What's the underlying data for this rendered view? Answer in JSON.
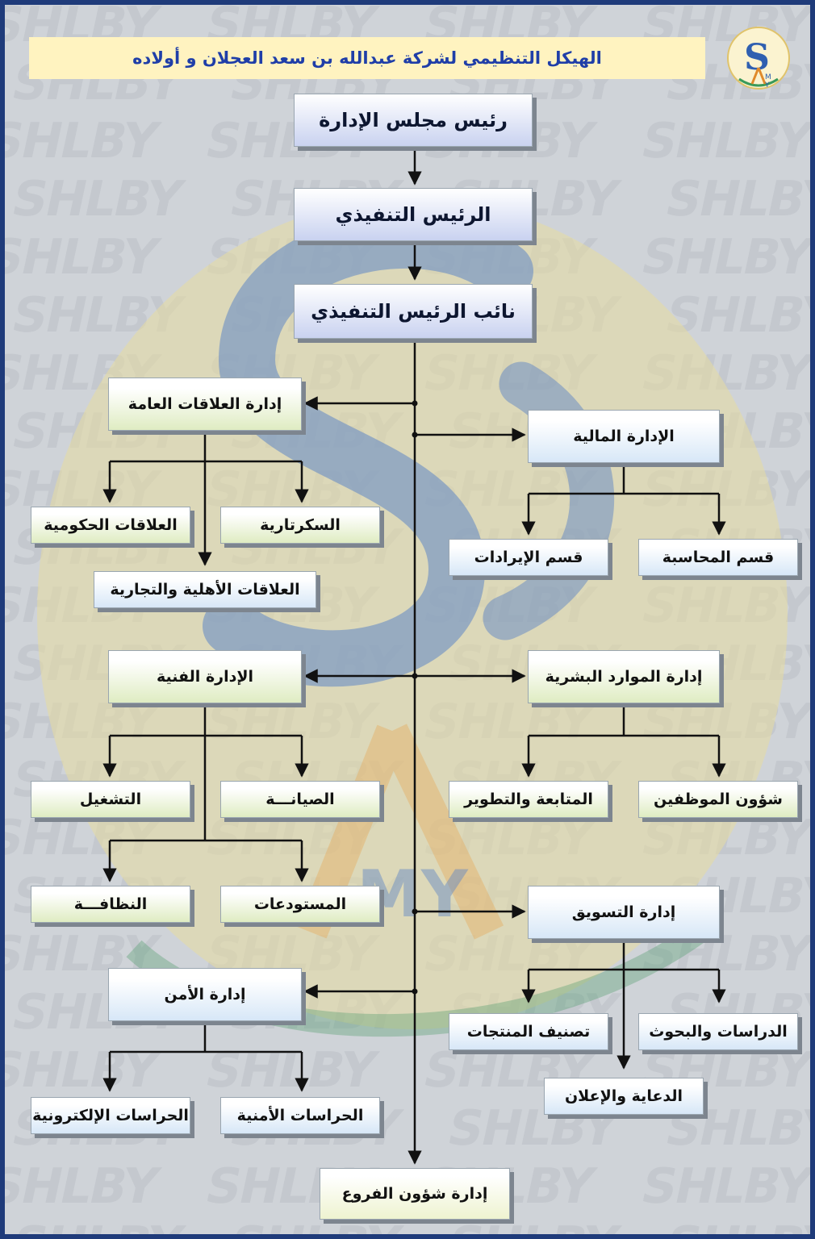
{
  "title": "الهيكل التنظيمي لشركة عبدالله بن سعد العجلان و أولاده",
  "logo": {
    "main": "S",
    "sub1": "M",
    "sub2": "Y"
  },
  "watermark": {
    "text": "SHLBY",
    "letters": "MY"
  },
  "chairman": "رئيس مجلس الإدارة",
  "ceo": "الرئيس التنفيذي",
  "deputy_ceo": "نائب الرئيس التنفيذي",
  "public_relations": {
    "title": "إدارة العلاقات العامة",
    "children": [
      "العلاقات الحكومية",
      "السكرتارية",
      "العلاقات الأهلية والتجارية"
    ]
  },
  "finance": {
    "title": "الإدارة المالية",
    "children": [
      "قسم الإيرادات",
      "قسم المحاسبة"
    ]
  },
  "technical": {
    "title": "الإدارة الفنية",
    "children": [
      "التشغيل",
      "الصيانـــة",
      "النظافـــة",
      "المستودعات"
    ]
  },
  "hr": {
    "title": "إدارة الموارد البشرية",
    "children": [
      "المتابعة والتطوير",
      "شؤون الموظفين"
    ]
  },
  "marketing": {
    "title": "إدارة التسويق",
    "children": [
      "تصنيف المنتجات",
      "الدراسات والبحوث",
      "الدعاية والإعلان"
    ]
  },
  "security": {
    "title": "إدارة الأمن",
    "children": [
      "الحراسات الإلكترونية",
      "الحراسات الأمنية"
    ]
  },
  "branches": "إدارة شؤون الفروع",
  "colors": {
    "frame": "#1f3b7a",
    "title_text": "#1f3ea8",
    "title_bg": "#fff3c0",
    "green_box": "#dfecc2",
    "blue_box": "#d7e7f7"
  }
}
